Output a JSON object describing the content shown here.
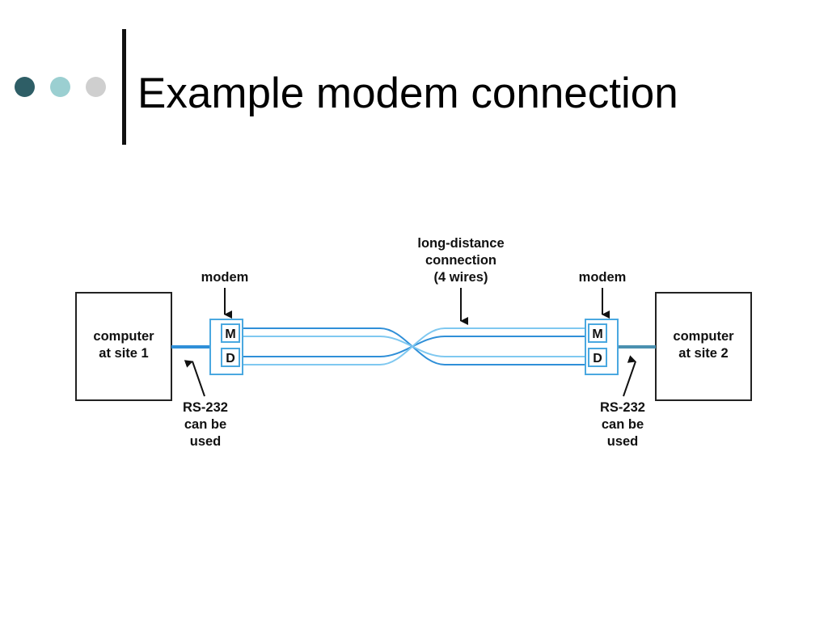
{
  "slide": {
    "title": "Example modem connection",
    "bullet_colors": [
      "#2e5e66",
      "#9bcfd1",
      "#cfcfcf"
    ]
  },
  "diagram": {
    "left_computer": {
      "line1": "computer",
      "line2": "at site 1"
    },
    "right_computer": {
      "line1": "computer",
      "line2": "at site 2"
    },
    "left_modem_label": "modem",
    "right_modem_label": "modem",
    "modem_letters": {
      "m": "M",
      "d": "D"
    },
    "link_label": {
      "line1": "long-distance",
      "line2": "connection",
      "line3": "(4 wires)"
    },
    "left_rs232": {
      "line1": "RS-232",
      "line2": "can be",
      "line3": "used"
    },
    "right_rs232": {
      "line1": "RS-232",
      "line2": "can be",
      "line3": "used"
    },
    "colors": {
      "wire": "#2f8fd8",
      "wire_light": "#7fc8f0",
      "modem_border": "#4aa8e0",
      "rs232_left": "#2f8fd8",
      "rs232_right": "#4a90b0"
    }
  }
}
